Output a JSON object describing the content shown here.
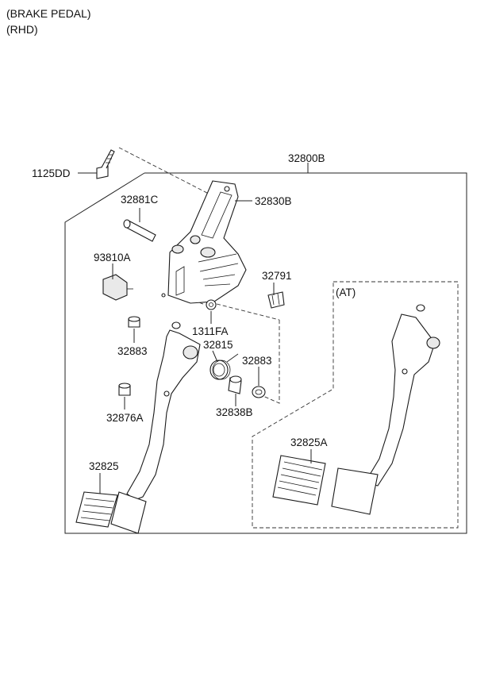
{
  "header": {
    "line1": "(BRAKE PEDAL)",
    "line2": "(RHD)"
  },
  "callouts": {
    "c1125DD": "1125DD",
    "c32800B": "32800B",
    "c32881C": "32881C",
    "c32830B": "32830B",
    "c93810A": "93810A",
    "c32791": "32791",
    "c1311FA": "1311FA",
    "c32815": "32815",
    "c32883a": "32883",
    "c32883b": "32883",
    "c32838B": "32838B",
    "c32876A": "32876A",
    "c32825": "32825",
    "c32825A": "32825A",
    "at": "(AT)"
  }
}
